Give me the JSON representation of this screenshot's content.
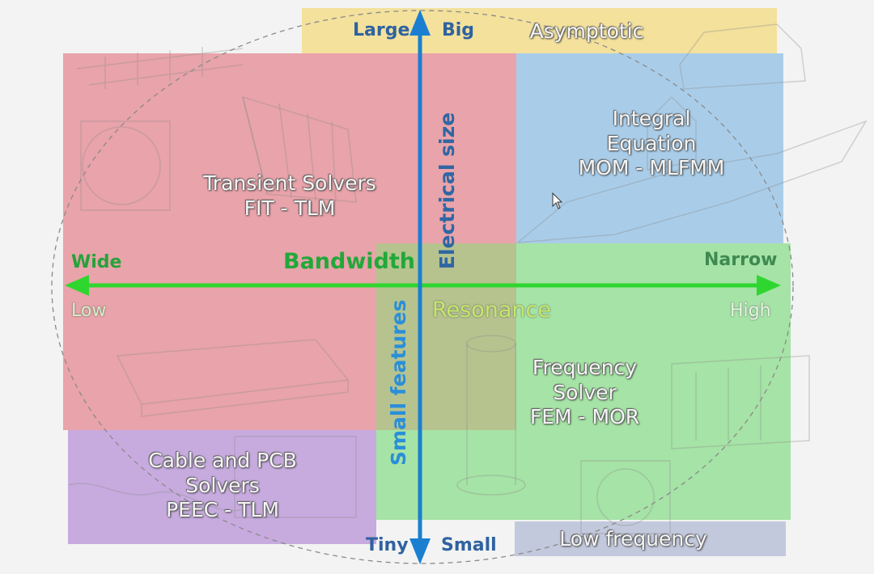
{
  "regions": {
    "transient": {
      "lines": [
        "Transient Solvers",
        "FIT - TLM"
      ]
    },
    "integral": {
      "lines": [
        "Integral",
        "Equation",
        "MOM - MLFMM"
      ]
    },
    "frequency": {
      "lines": [
        "Frequency",
        "Solver",
        "FEM - MOR"
      ]
    },
    "cable": {
      "lines": [
        "Cable and PCB",
        "Solvers",
        "PEEC - TLM"
      ]
    },
    "asymptotic": {
      "label": "Asymptotic"
    },
    "low_frequency": {
      "label": "Low frequency"
    }
  },
  "horizontal_axis": {
    "title_top": "Bandwidth",
    "title_bottom": "Resonance",
    "left_top": "Wide",
    "left_bottom": "Low",
    "right_top": "Narrow",
    "right_bottom": "High"
  },
  "vertical_axis": {
    "title_right": "Electrical size",
    "title_left": "Small features",
    "top_left": "Large",
    "top_right": "Big",
    "bottom_left": "Tiny",
    "bottom_right": "Small"
  },
  "colors": {
    "transient": "#e9a3aa",
    "integral": "#a9cde9",
    "frequency": "#a6e3a6",
    "cable": "#c7abdf",
    "asymptotic": "#f3e19c",
    "low_frequency": "#c3c9dd",
    "horizontal_axis": "#2fd62f",
    "vertical_axis": "#1a7fd0"
  }
}
